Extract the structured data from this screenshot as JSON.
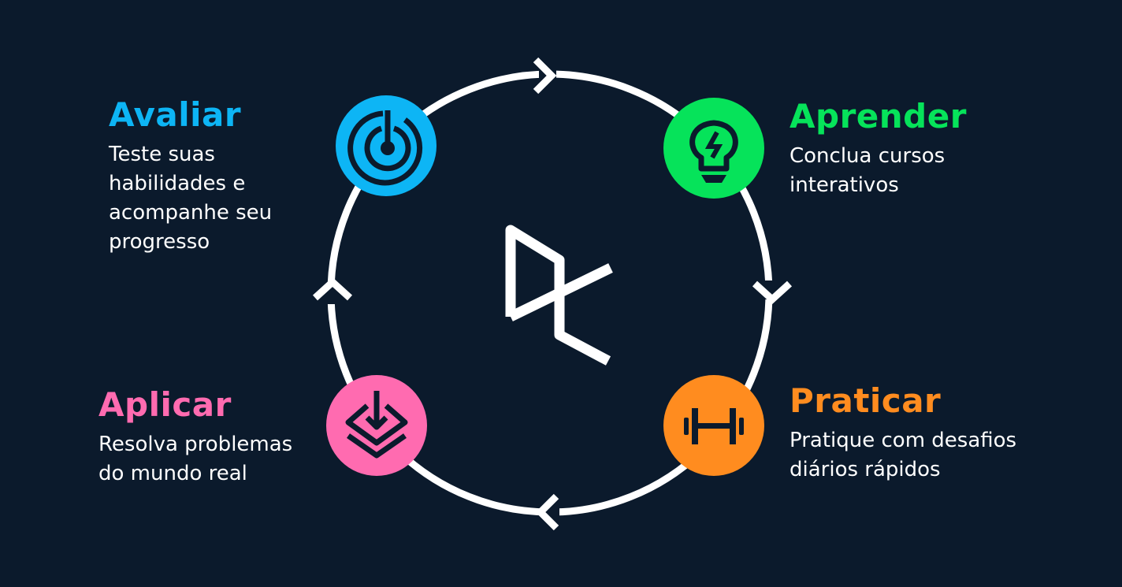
{
  "steps": [
    {
      "title": "Avaliar",
      "description": "Teste suas\nhabilidades e\nacompanhe seu\nprogresso",
      "color": "#0db5f5",
      "icon": "target-icon"
    },
    {
      "title": "Aprender",
      "description": "Conclua cursos\ninterativos",
      "color": "#06e35a",
      "icon": "lightbulb-icon"
    },
    {
      "title": "Praticar",
      "description": "Pratique com desafios\ndiários rápidos",
      "color": "#ff8c1f",
      "icon": "dumbbell-icon"
    },
    {
      "title": "Aplicar",
      "description": "Resolva problemas\ndo mundo real",
      "color": "#ff6bb0",
      "icon": "layers-download-icon"
    }
  ],
  "colors": {
    "background": "#0b1a2c",
    "ring": "#ffffff",
    "icon_ink": "#0b1a2c"
  },
  "center_logo": "logo-icon"
}
